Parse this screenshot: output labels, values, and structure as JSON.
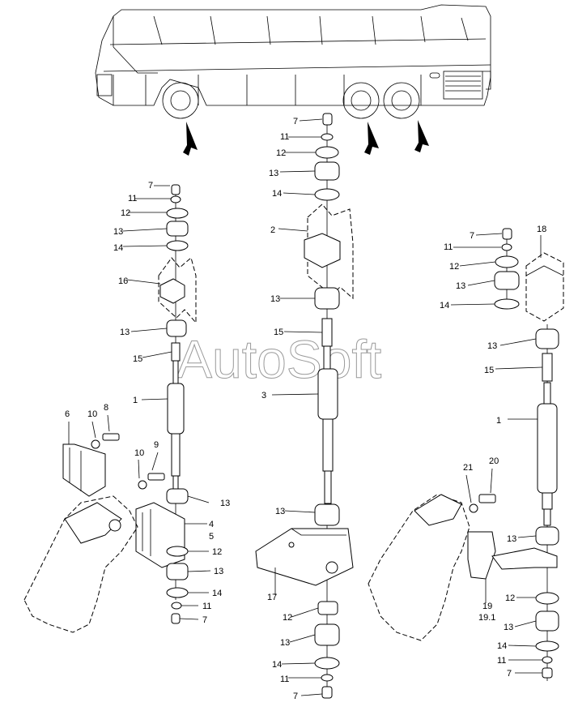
{
  "watermark": "AutoSoft",
  "labels": {
    "left": [
      "7",
      "11",
      "12",
      "13",
      "14",
      "16",
      "13",
      "15",
      "1",
      "6",
      "10",
      "8",
      "10",
      "9",
      "13",
      "4",
      "5",
      "12",
      "13",
      "14",
      "11",
      "7"
    ],
    "middle": [
      "7",
      "11",
      "12",
      "13",
      "14",
      "2",
      "13",
      "15",
      "3",
      "13",
      "17",
      "12",
      "13",
      "14",
      "11",
      "7"
    ],
    "right": [
      "7",
      "11",
      "12",
      "13",
      "14",
      "18",
      "13",
      "15",
      "1",
      "21",
      "20",
      "13",
      "19",
      "19.1",
      "12",
      "13",
      "14",
      "11",
      "7"
    ]
  }
}
